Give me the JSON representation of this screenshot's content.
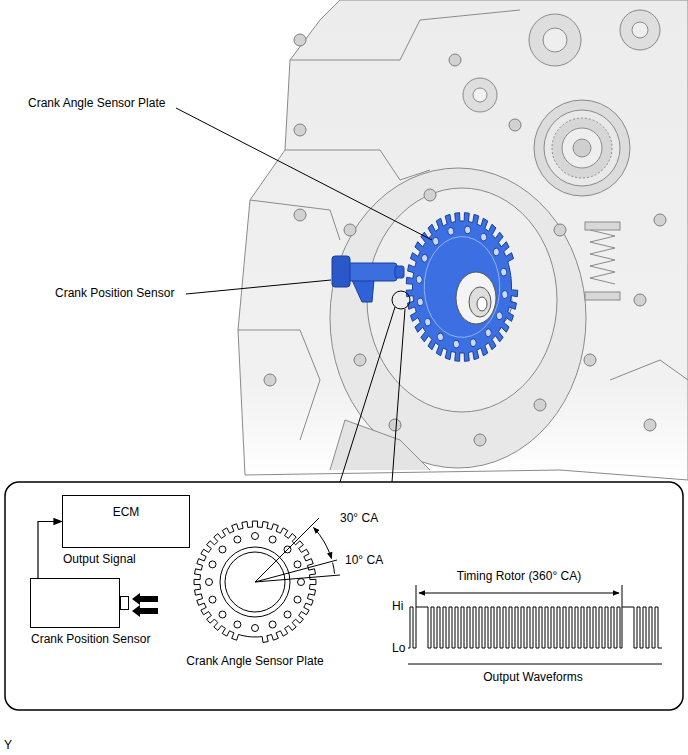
{
  "diagram": {
    "nodes": [
      {
        "text": [
          "ECM",
          "Output Signal"
        ]
      },
      {
        "text": [
          "Crank Position Sensor"
        ]
      }
    ],
    "edges": [
      {
        "from": 1,
        "to": 0,
        "arrow": "to"
      }
    ],
    "labels": [
      "Crank Angle Sensor Plate",
      "Crank Position Sensor",
      "30° CA",
      "10° CA",
      "Crank Angle Sensor Plate",
      "Timing Rotor (360° CA)",
      "Hi",
      "Lo",
      "Output Waveforms",
      "Y"
    ]
  }
}
